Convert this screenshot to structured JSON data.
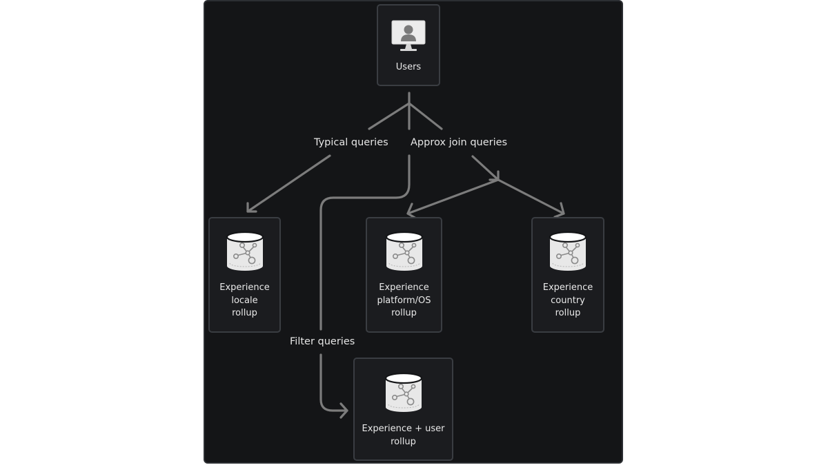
{
  "nodes": {
    "users": {
      "label": "Users",
      "icon": "user-monitor-icon"
    },
    "locale": {
      "label": "Experience\nlocale\nrollup",
      "icon": "database-graph-icon"
    },
    "platform": {
      "label": "Experience\nplatform/OS\nrollup",
      "icon": "database-graph-icon"
    },
    "country": {
      "label": "Experience\ncountry\nrollup",
      "icon": "database-graph-icon"
    },
    "user_rollup": {
      "label": "Experience + user\nrollup",
      "icon": "database-graph-icon"
    }
  },
  "edges": {
    "typical": {
      "label": "Typical queries",
      "from": "users",
      "to": "locale"
    },
    "approx_join": {
      "label": "Approx join queries",
      "from": "users",
      "to": [
        "platform",
        "country"
      ]
    },
    "filter": {
      "label": "Filter queries",
      "from": "users",
      "to": "user_rollup"
    }
  },
  "colors": {
    "background": "#141517",
    "node_fill": "#1b1c1f",
    "node_border": "#3a3d42",
    "arrow": "#7c7c7c",
    "text": "#e9e9e9",
    "icon_fill": "#e8e8e8"
  }
}
